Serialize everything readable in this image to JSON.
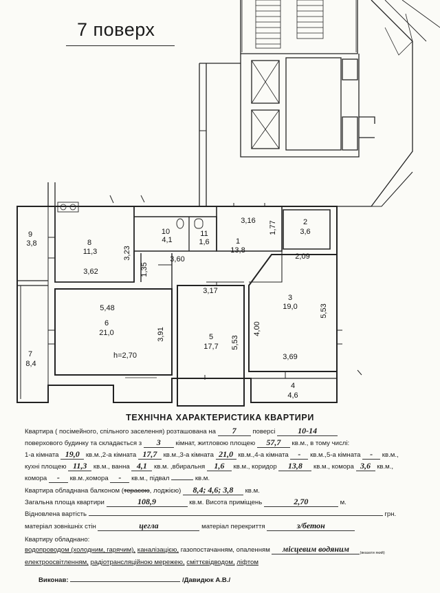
{
  "title": "7 поверх",
  "rooms": [
    {
      "id": "9",
      "area": "3,8"
    },
    {
      "id": "8",
      "area": "11,3"
    },
    {
      "id": "10",
      "area": "4,1"
    },
    {
      "id": "11",
      "area": "1,6"
    },
    {
      "id": "1",
      "area": "13,8"
    },
    {
      "id": "2",
      "area": "3,6"
    },
    {
      "id": "3",
      "area": "19,0"
    },
    {
      "id": "6",
      "area": "21,0"
    },
    {
      "id": "5",
      "area": "17,7"
    },
    {
      "id": "7",
      "area": "8,4"
    },
    {
      "id": "4",
      "area": "4,6"
    }
  ],
  "dimensions": [
    "3,16",
    "1,77",
    "3,23",
    "3,62",
    "3,60",
    "1,35",
    "2,09",
    "3,17",
    "5,48",
    "3,91",
    "5,53",
    "4,00",
    "5,53",
    "3,69"
  ],
  "height_label": "h=2,70",
  "sheet_heading": "ТЕХНІЧНА ХАРАКТЕРИСТИКА КВАРТИРИ",
  "form": {
    "l1_a": "Квартира ( посімейного, спільного заселення) розташована на",
    "floor": "7",
    "l1_b": "поверсі",
    "floors_total": "10-14",
    "l2_a": "поверхового будинку та складається з",
    "rooms_count": "3",
    "l2_b": "кімнат, житловою площею",
    "living_area": "57,7",
    "l2_c": "кв.м., в тому числі:",
    "l3_r1": "1-а кімната",
    "r1": "19,0",
    "l3_r2": "кв.м.,2-а кімната",
    "r2": "17,7",
    "l3_r3": "кв.м.,3-а кімната",
    "r3": "21,0",
    "l3_r4": "кв.м.,4-а кімната",
    "r4": "-",
    "l3_r5": "кв.м.,5-а кімната",
    "r5": "-",
    "l3_end": "кв.м.,",
    "l4_k": "кухні площею",
    "kitchen": "11,3",
    "l4_b": "кв.м., ванна",
    "bath": "4,1",
    "l4_w": "кв.м. ,вбиральня",
    "wc": "1,6",
    "l4_c": "кв.м., коридор",
    "corridor": "13,8",
    "l4_p": "кв.м., комора",
    "storage1": "3,6",
    "l4_end": "кв.м.,",
    "l5_a": "комора",
    "storage2": "-",
    "l5_b": "кв.м.,комора",
    "storage3": "-",
    "l5_c": "кв.м., підвал",
    "basement": "",
    "l5_end": "кв.м.",
    "l6_a": "Квартира обладнана балконом (",
    "l6_strike": "терасою",
    "l6_b": ", лоджією)",
    "balcony": "8,4; 4,6; 3,8",
    "l6_end": "кв.м.",
    "l7_a": "Загальна площа квартири",
    "total_area": "108,9",
    "l7_b": "кв.м. Висота приміщень",
    "ceiling": "2,70",
    "l7_end": "м.",
    "l8_a": "Відновлена вартість",
    "l8_end": "грн.",
    "l9_a": "матеріал зовнішніх стін",
    "walls": "цегла",
    "l9_b": "матеріал перекриття",
    "ceiling_mat": "з/бетон",
    "l10": "Квартиру обладнано:",
    "l11_a": "водопроводом (холодним, гарячим),",
    "l11_b": "каналізацією,",
    "l11_c": "газопостачанням, опаленням",
    "heating": "місцевим водяним",
    "heating_note": "(вказати який)",
    "l12_a": "електроосвітленням,",
    "l12_b": "радіотрансляційною мережею,",
    "l12_c": "сміттєвідводом,",
    "l12_d": "ліфтом",
    "l13_a": "Виконав:",
    "l13_b": "/Давидюк А.В./"
  }
}
